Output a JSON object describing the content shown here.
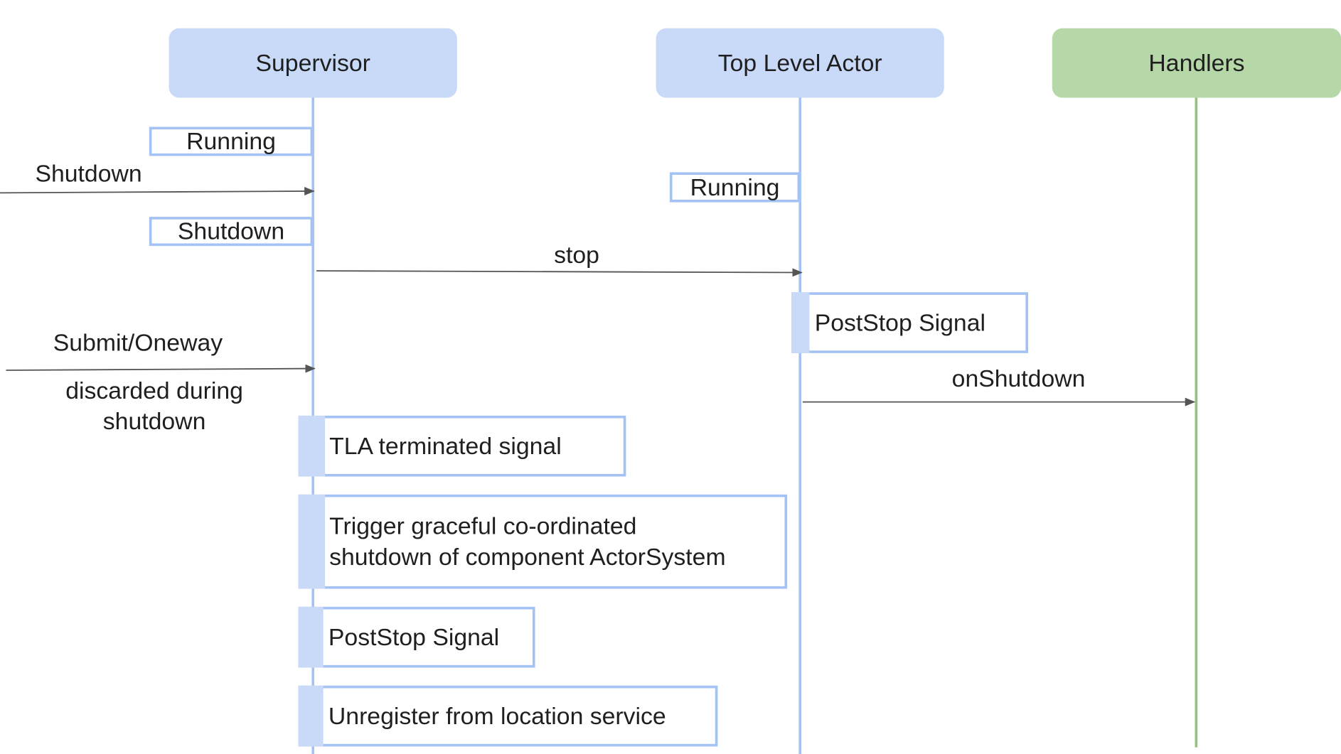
{
  "participants": {
    "supervisor": "Supervisor",
    "tla": "Top Level Actor",
    "handlers": "Handlers"
  },
  "states": {
    "supervisor_running": "Running",
    "supervisor_shutdown": "Shutdown",
    "tla_running": "Running"
  },
  "messages": {
    "shutdown": "Shutdown",
    "stop": "stop",
    "submit_oneway": "Submit/Oneway",
    "discarded_line1": "discarded during",
    "discarded_line2": "shutdown",
    "on_shutdown": "onShutdown"
  },
  "activations": {
    "tla_poststop": "PostStop Signal",
    "tla_terminated": "TLA terminated signal",
    "trigger_line1": "Trigger graceful co-ordinated",
    "trigger_line2": "shutdown of component ActorSystem",
    "supervisor_poststop": "PostStop Signal",
    "unregister": "Unregister from location service"
  },
  "colors": {
    "lifeline_blue": "#a4c2f4",
    "lifeline_green": "#93c47d",
    "header_blue": "#c9daf8",
    "header_green": "#b6d7a8",
    "arrow": "#555555"
  }
}
